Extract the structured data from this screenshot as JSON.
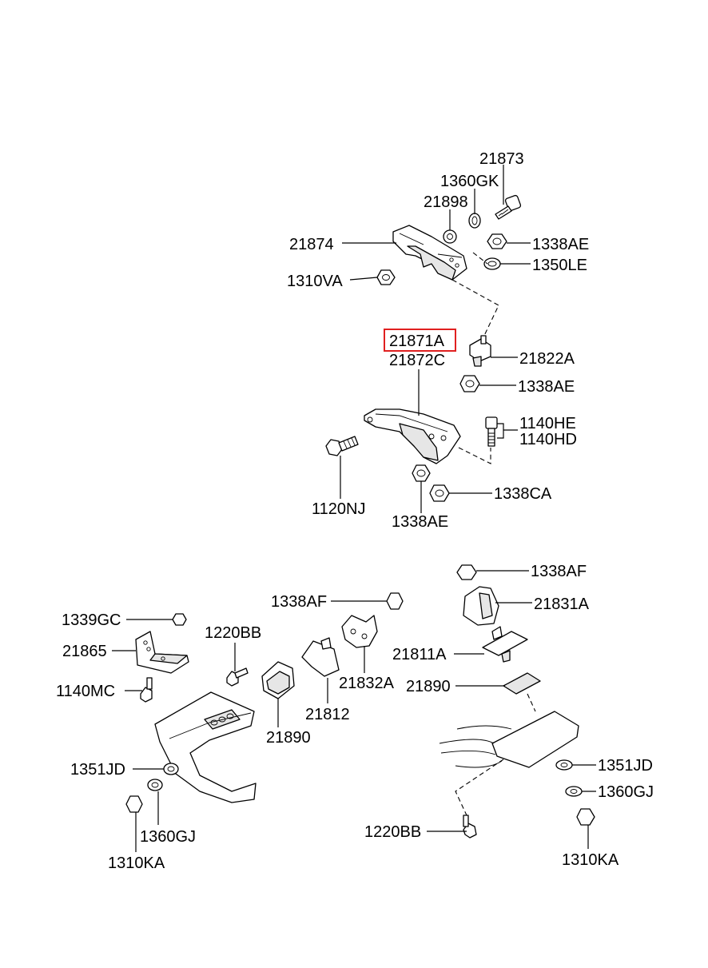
{
  "highlight_color": "#e02020",
  "labels": {
    "l21873": "21873",
    "l1360GK": "1360GK",
    "l21898": "21898",
    "l21874": "21874",
    "l1338AE_top": "1338AE",
    "l1350LE": "1350LE",
    "l1310VA": "1310VA",
    "l21871A": "21871A",
    "l21872C": "21872C",
    "l21822A": "21822A",
    "l1338AE_mid": "1338AE",
    "l1140HE": "1140HE",
    "l1140HD": "1140HD",
    "l1120NJ": "1120NJ",
    "l1338CA": "1338CA",
    "l1338AE_low": "1338AE",
    "l1338AF_right": "1338AF",
    "l1338AF_mid": "1338AF",
    "l21831A": "21831A",
    "l1339GC": "1339GC",
    "l1220BB_top": "1220BB",
    "l21865": "21865",
    "l21811A": "21811A",
    "l21832A": "21832A",
    "l21890_right": "21890",
    "l1140MC": "1140MC",
    "l21812": "21812",
    "l21890_mid": "21890",
    "l1351JD_left": "1351JD",
    "l1351JD_right": "1351JD",
    "l1360GJ_right": "1360GJ",
    "l1360GJ_left": "1360GJ",
    "l1220BB_bottom": "1220BB",
    "l1310KA_left": "1310KA",
    "l1310KA_right": "1310KA"
  }
}
